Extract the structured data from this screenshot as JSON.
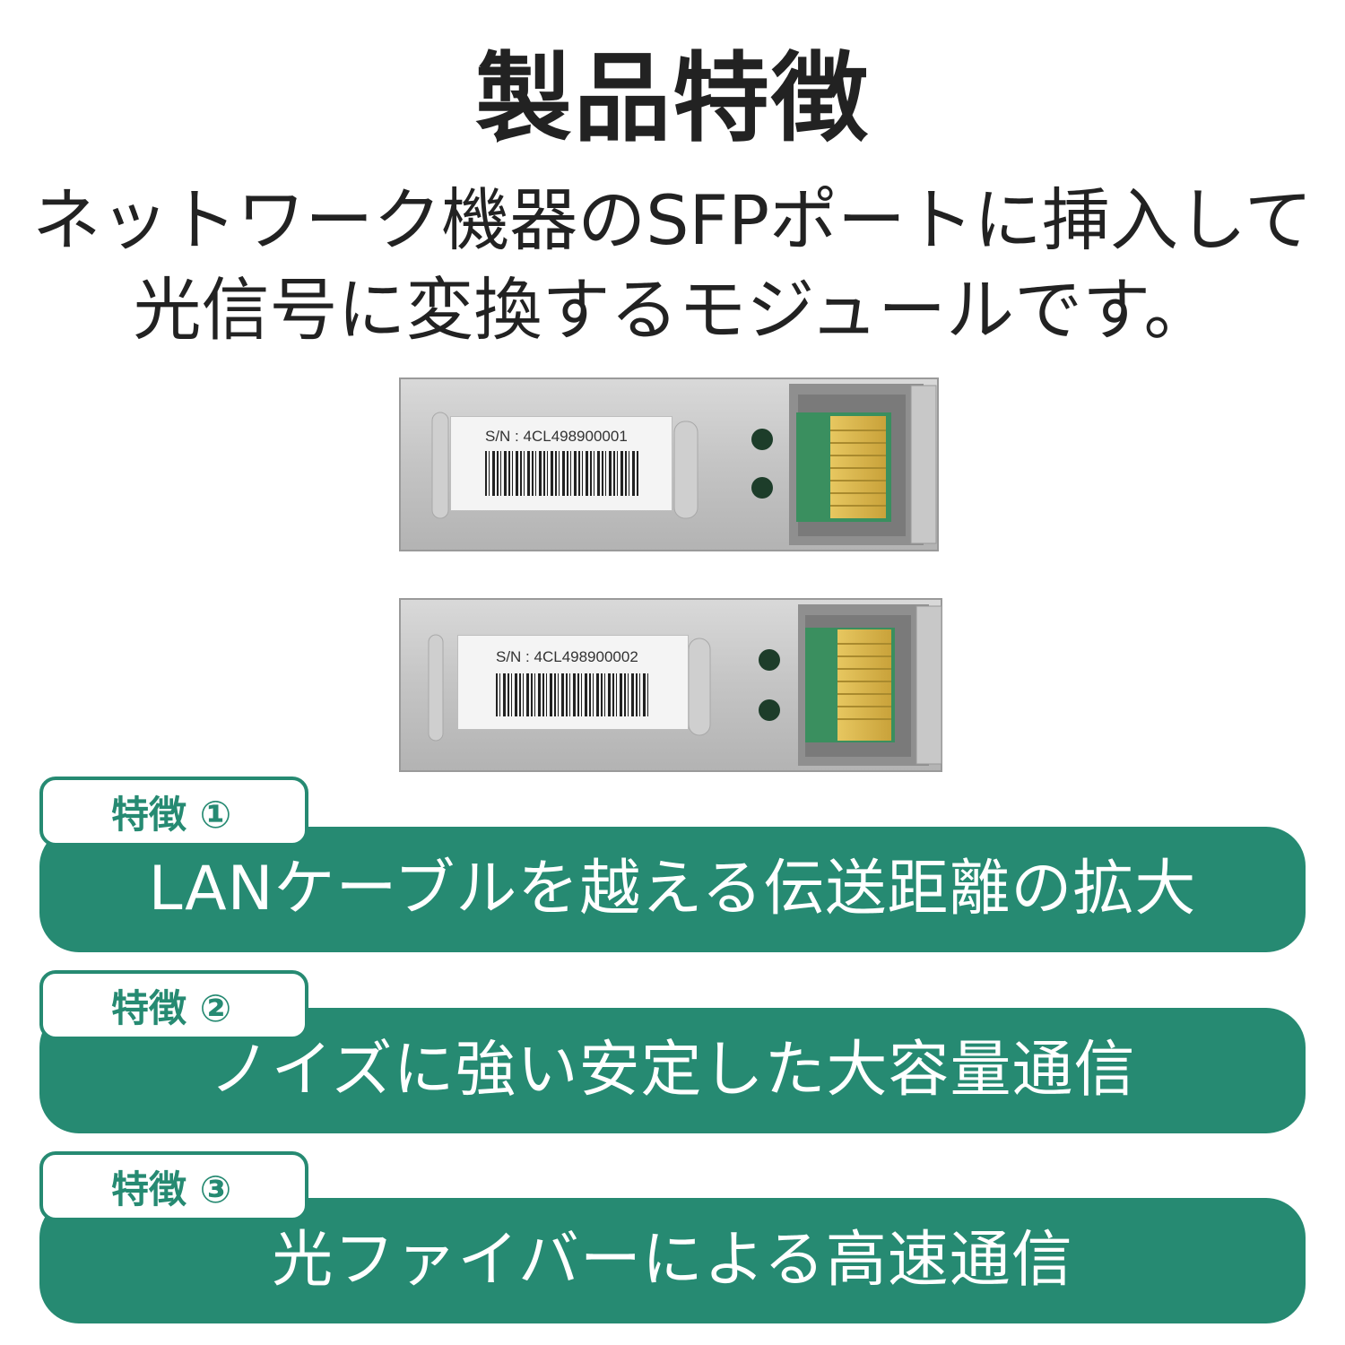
{
  "heading": {
    "title": "製品特徴",
    "subtitle_line1": "ネットワーク機器のSFPポートに挿入して",
    "subtitle_line2": "光信号に変換するモジュールです。"
  },
  "product": {
    "modules": [
      {
        "serial": "S/N : 4CL498900001"
      },
      {
        "serial": "S/N : 4CL498900002"
      }
    ]
  },
  "features": [
    {
      "tab": "特徴 ①",
      "text": "LANケーブルを越える伝送距離の拡大"
    },
    {
      "tab": "特徴 ②",
      "text": "ノイズに強い安定した大容量通信"
    },
    {
      "tab": "特徴 ③",
      "text": "光ファイバーによる高速通信"
    }
  ],
  "colors": {
    "accent": "#268a72",
    "text": "#222222",
    "background": "#ffffff"
  }
}
